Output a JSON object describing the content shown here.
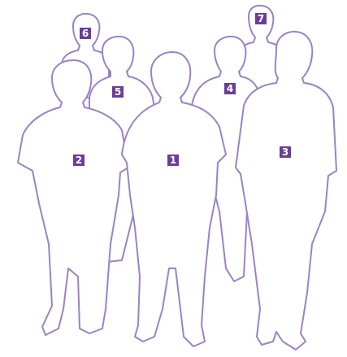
{
  "colors": {
    "outline": "#9b82c6",
    "badge": "#6a3d9a",
    "background": "#ffffff",
    "badge_text": "#ffffff"
  },
  "figures": [
    {
      "label": "6"
    },
    {
      "label": "7"
    },
    {
      "label": "5"
    },
    {
      "label": "4"
    },
    {
      "label": "2"
    },
    {
      "label": "3"
    },
    {
      "label": "1"
    }
  ]
}
